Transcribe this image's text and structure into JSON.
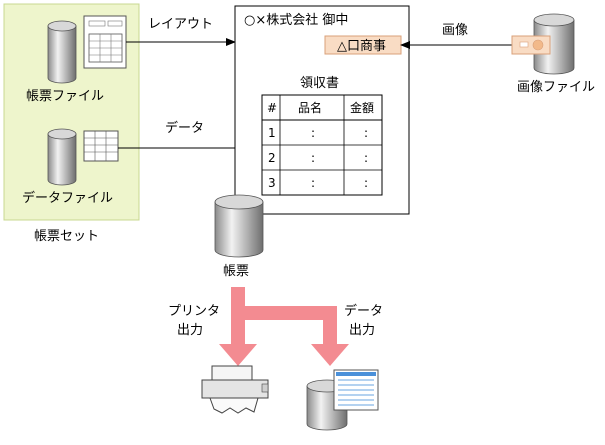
{
  "form_set": {
    "label": "帳票セット",
    "form_file_label": "帳票ファイル",
    "data_file_label": "データファイル"
  },
  "flows": {
    "layout_label": "レイアウト",
    "data_label": "データ",
    "image_label": "画像"
  },
  "image_file": {
    "label": "画像ファイル"
  },
  "document": {
    "recipient": "○×株式会社 御中",
    "stamp_text": "△口商事",
    "title": "領収書",
    "table": {
      "headers": [
        "#",
        "品名",
        "金額"
      ],
      "rows": [
        [
          "1",
          ":",
          ":"
        ],
        [
          "2",
          ":",
          ":"
        ],
        [
          "3",
          ":",
          ":"
        ]
      ]
    }
  },
  "form": {
    "label": "帳票"
  },
  "outputs": {
    "printer_label_line1": "プリンタ",
    "printer_label_line2": "出力",
    "data_label_line1": "データ",
    "data_label_line2": "出力"
  },
  "colors": {
    "form_set_bg": "#eef5cc",
    "form_set_border": "#c8d890",
    "stamp_bg": "#f9dcc4",
    "stamp_border": "#d9a07a",
    "arrow_pink": "#f38b91"
  }
}
